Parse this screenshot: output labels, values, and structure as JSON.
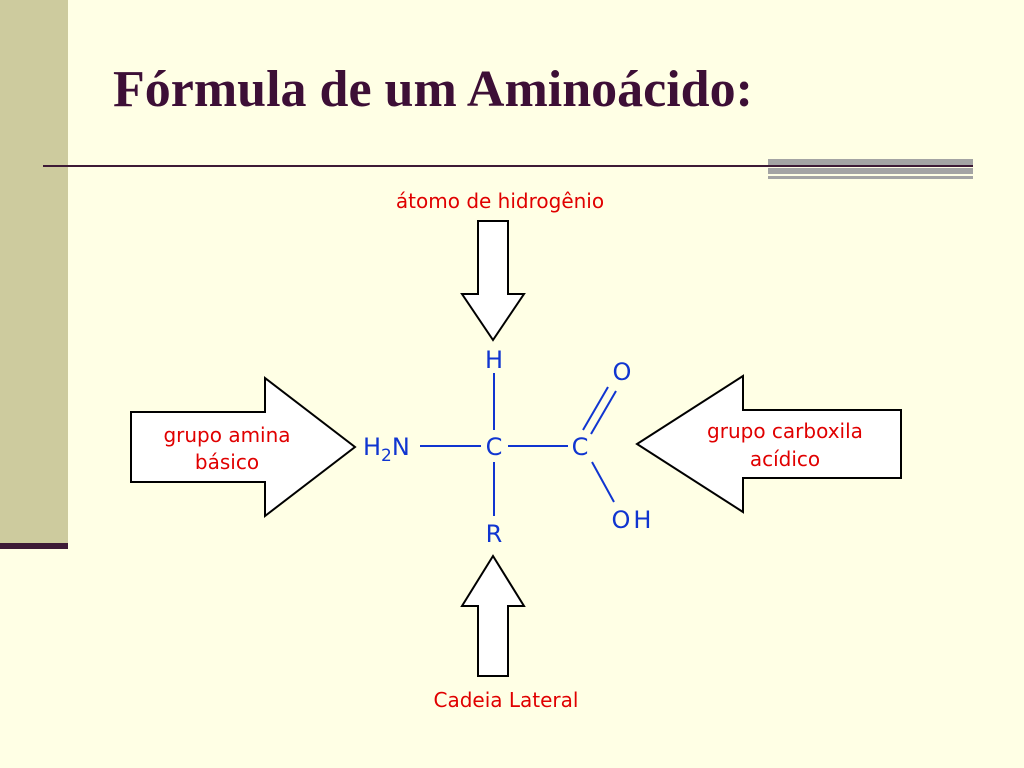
{
  "slide": {
    "title": "Fórmula de um Aminoácido:"
  },
  "diagram": {
    "labels": {
      "hydrogen": "átomo de hidrogênio",
      "amine_line1": "grupo amina",
      "amine_line2": "básico",
      "carboxyl_line1": "grupo carboxila",
      "carboxyl_line2": "acídico",
      "side_chain": "Cadeia Lateral"
    },
    "atoms": {
      "h": "H",
      "h2n_h": "H",
      "h2n_sub": "2",
      "h2n_n": "N",
      "c_alpha": "C",
      "c_carboxyl": "C",
      "o": "O",
      "oh": "OH",
      "r": "R"
    },
    "colors": {
      "label_text": "#E00000",
      "atom_text": "#1035D0",
      "arrow_stroke": "#000000"
    }
  }
}
